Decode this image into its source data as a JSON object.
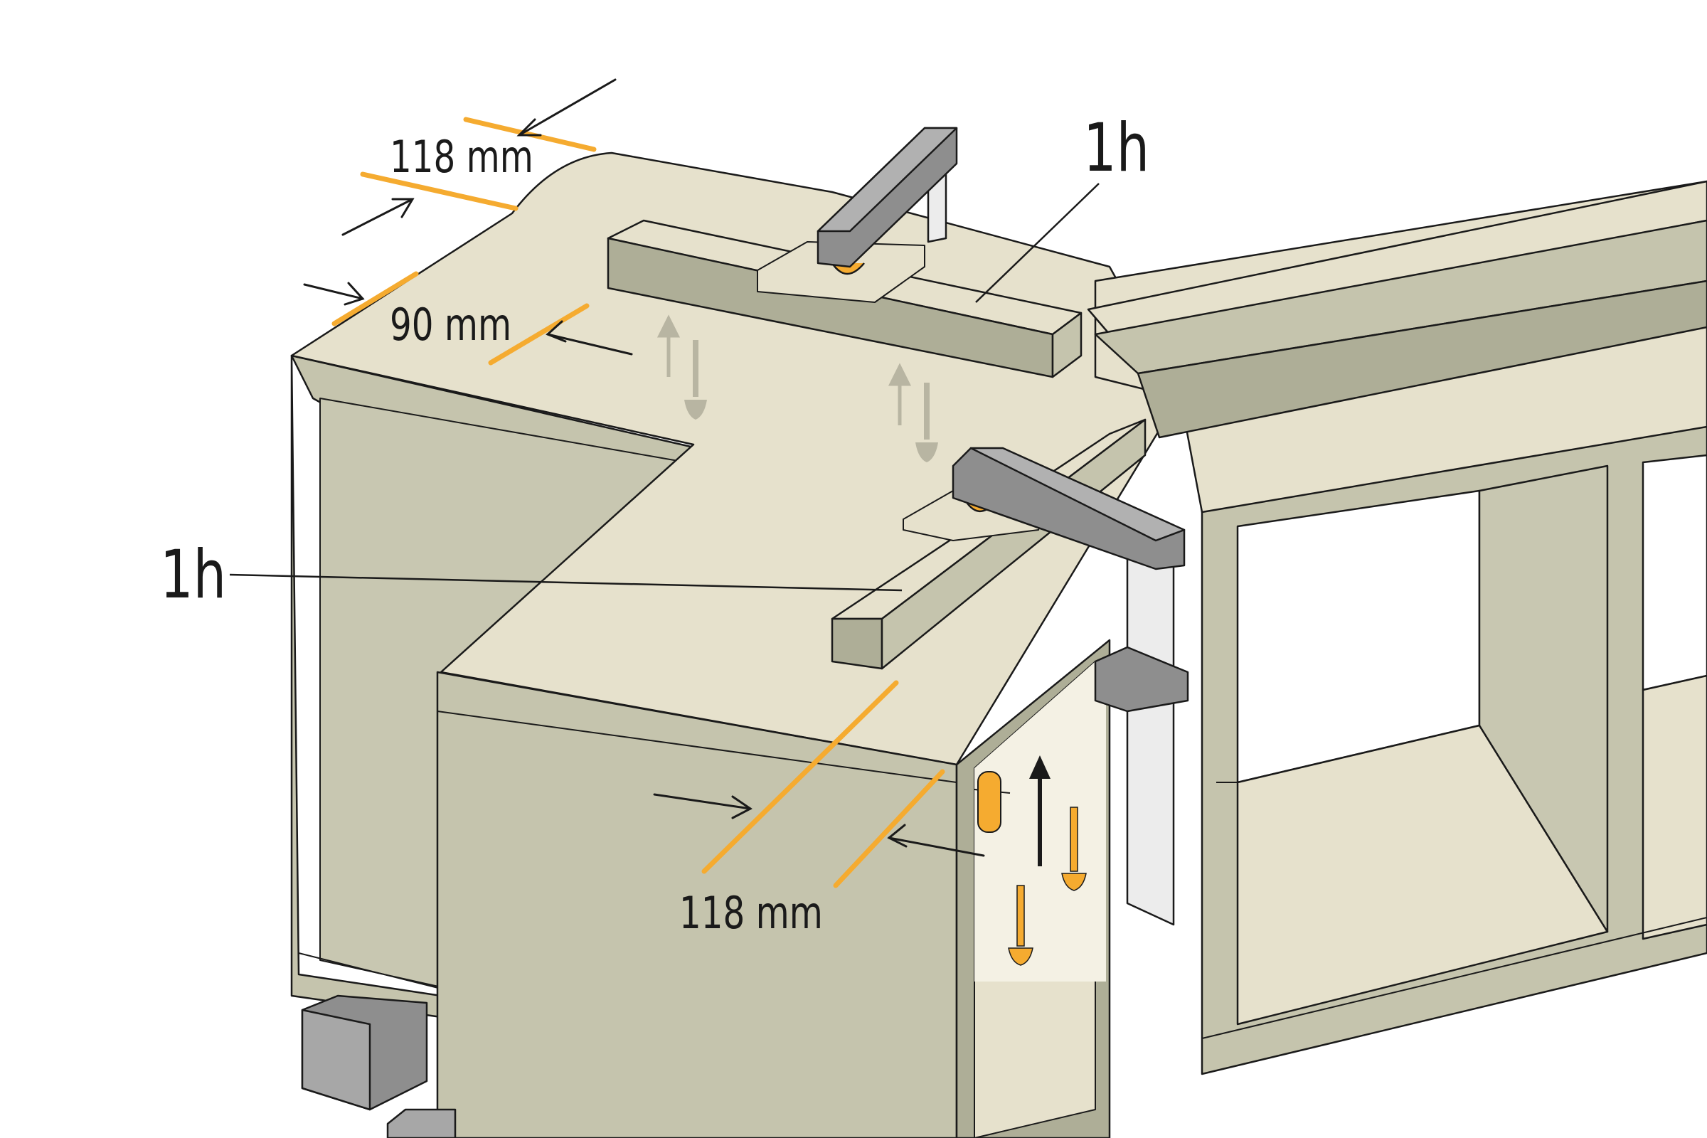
{
  "labels": {
    "dim_top_118": "118 mm",
    "dim_left_90": "90 mm",
    "dim_front_118": "118 mm",
    "time_top": "1h",
    "time_left": "1h"
  },
  "colors": {
    "board_top": "#e6e1cc",
    "board_side": "#c5c4ad",
    "board_edge": "#aeae97",
    "clamp_dark": "#8e8e8e",
    "clamp_light": "#ececec",
    "measure": "#f5ab30",
    "screw": "#f5ab30",
    "screw_faded": "#b8b5a2",
    "ink": "#1a1a1a"
  },
  "icons": [
    "clamp-icon",
    "screw-icon",
    "arrow-up-icon",
    "dimension-arrow-icon"
  ]
}
